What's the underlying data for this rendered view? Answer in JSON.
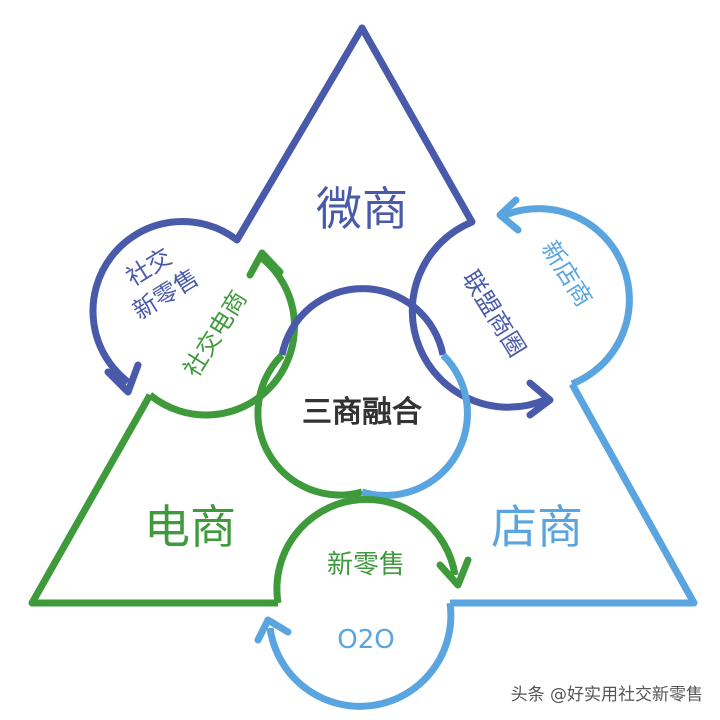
{
  "colors": {
    "navy": "#4a5aaa",
    "green": "#3e9a3a",
    "light_blue": "#5aa5e0",
    "dark_text": "#333333",
    "watermark": "#555555"
  },
  "nodes": {
    "wechat_commerce": "微商",
    "ecommerce": "电商",
    "store_commerce": "店商",
    "center": "三商融合"
  },
  "arcs": {
    "social_new_retail": [
      "社交",
      "新零售"
    ],
    "social_ecommerce": "社交电商",
    "alliance_circle": "联盟商圈",
    "new_store": "新店商",
    "new_retail": "新零售",
    "o2o": "O2O"
  },
  "watermark": "头条 @好实用社交新零售"
}
